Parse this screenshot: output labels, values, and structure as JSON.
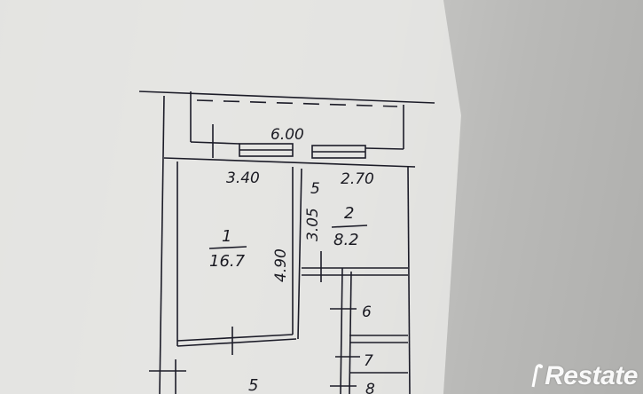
{
  "dimensions": {
    "balcony_length": "6.00",
    "room1_width": "3.40",
    "room2_width": "2.70",
    "room1_depth": "4.90",
    "room2_depth": "3.05",
    "room2_prefix": "5"
  },
  "rooms": {
    "room1_number": "1",
    "room1_area": "16.7",
    "room2_number": "2",
    "room2_area": "8.2",
    "room5_number": "5",
    "room6_number": "6",
    "room7_number": "7",
    "room8_number": "8"
  },
  "watermark": {
    "brand_text": "Restate",
    "colors": {
      "ink": "#1a1a22",
      "watermark": "#ffffff"
    }
  }
}
